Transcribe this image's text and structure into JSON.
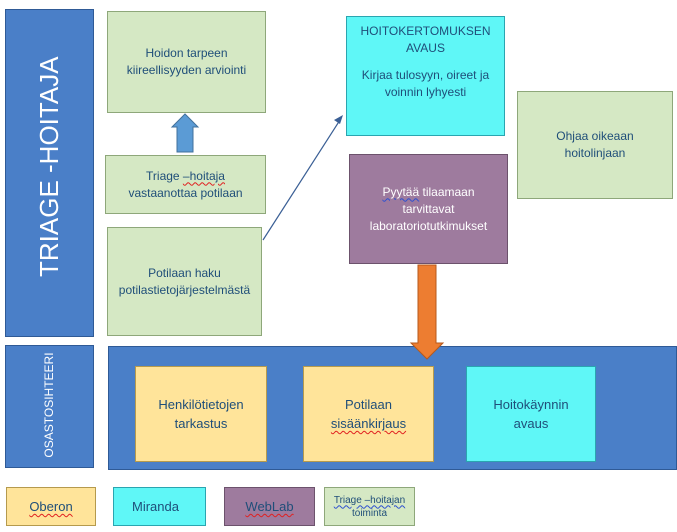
{
  "lanes": {
    "triage_label": "TRIAGE -HOITAJA",
    "ward_label": "OSASTOSIHTEERI"
  },
  "boxes": {
    "urgency": "Hoidon tarpeen kiireellisyyden arviointi",
    "receive_pre": "Triage ",
    "receive_sq": "–hoitaja",
    "receive_post": "vastaanottaa potilaan",
    "search": "Potilaan haku potilastietojärjestelmästä",
    "record_title": "HOITOKERTOMUKSEN AVAUS",
    "record_body": "Kirjaa tulosyyn, oireet ja voinnin lyhyesti",
    "guide": "Ohjaa oikeaan hoitolinjaan",
    "lab_sq": "Pyytää",
    "lab_rest": " tilaamaan tarvittavat laboratoriotutkimukset",
    "personal_line1": "Henkilötietojen",
    "personal_line2": "tarkastus",
    "admit_line1": "Potilaan",
    "admit_sq": "sisäänkirjaus",
    "visit": "Hoitokäynnin avaus"
  },
  "legend": {
    "oberon": "Oberon",
    "miranda": "Miranda",
    "weblab": "WebLab",
    "triage_sq": "Triage –hoitajan",
    "triage_rest": "toiminta"
  },
  "colors": {
    "lane_blue": "#4a7fc8",
    "green": "#d5e8c4",
    "cyan": "#5ff7f7",
    "yellow": "#ffe49a",
    "purple": "#9e7b9e",
    "orange_arrow": "#ed7d31",
    "blue_arrow": "#5b9bd5",
    "text_blue": "#1f4e79"
  }
}
